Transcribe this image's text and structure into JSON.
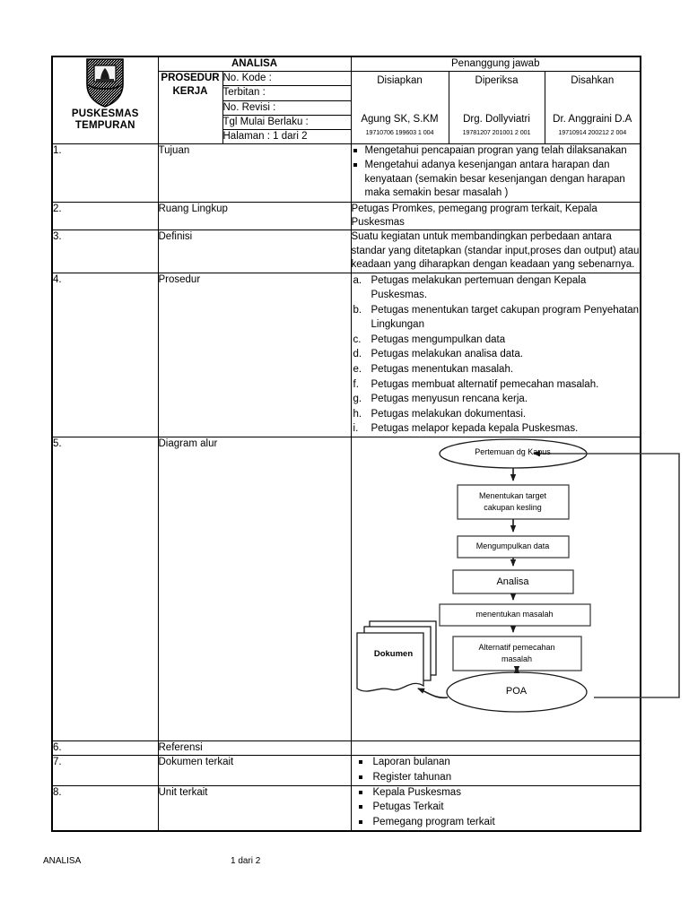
{
  "document": {
    "title": "ANALISA",
    "org_name_line1": "PUSKESMAS",
    "org_name_line2": "TEMPURAN",
    "logo_icon": "shield-emblem-icon",
    "doc_type_line1": "PROSEDUR",
    "doc_type_line2": "KERJA",
    "responsible_header": "Penanggung jawab"
  },
  "header_fields": [
    {
      "label": "No. Kode :",
      "value": ""
    },
    {
      "label": "Terbitan :",
      "value": ""
    },
    {
      "label": "No. Revisi :",
      "value": ""
    },
    {
      "label": "Tgl Mulai Berlaku :",
      "value": ""
    },
    {
      "label": "Halaman : 1 dari  2",
      "value": ""
    }
  ],
  "signatories": [
    {
      "role": "Disiapkan",
      "name": "Agung SK, S.KM",
      "nip": "19710706 199603 1 004"
    },
    {
      "role": "Diperiksa",
      "name": "Drg. Dollyviatri",
      "nip": "19781207 201001 2 001"
    },
    {
      "role": "Disahkan",
      "name": "Dr. Anggraini D.A",
      "nip": "19710914 200212 2 004"
    }
  ],
  "sections": {
    "tujuan": {
      "number": "1.",
      "label": "Tujuan",
      "items": [
        "Mengetahui pencapaian progran yang telah dilaksanakan",
        "Mengetahui adanya kesenjangan antara harapan dan kenyataan (semakin besar kesenjangan dengan harapan maka semakin besar masalah )"
      ]
    },
    "ruang_lingkup": {
      "number": "2.",
      "label": "Ruang Lingkup",
      "text": "Petugas Promkes, pemegang program terkait, Kepala Puskesmas"
    },
    "definisi": {
      "number": "3.",
      "label": "Definisi",
      "text": "Suatu kegiatan untuk membandingkan perbedaan antara standar yang ditetapkan (standar input,proses dan output) atau keadaan yang diharapkan dengan keadaan yang sebenarnya."
    },
    "prosedur": {
      "number": "4.",
      "label": "Prosedur",
      "steps": [
        "Petugas melakukan pertemuan dengan Kepala Puskesmas.",
        "Petugas menentukan target cakupan program Penyehatan Lingkungan",
        "Petugas mengumpulkan data",
        "Petugas melakukan analisa data.",
        "Petugas menentukan masalah.",
        "Petugas membuat alternatif pemecahan masalah.",
        "Petugas menyusun rencana kerja.",
        "Petugas melakukan dokumentasi.",
        "Petugas melapor kepada kepala Puskesmas."
      ]
    },
    "diagram_alur": {
      "number": "5.",
      "label": "Diagram alur"
    },
    "referensi": {
      "number": "6.",
      "label": "Referensi",
      "text": ""
    },
    "dokumen_terkait": {
      "number": "7.",
      "label": "Dokumen terkait",
      "items": [
        "Laporan bulanan",
        "Register tahunan"
      ]
    },
    "unit_terkait": {
      "number": "8.",
      "label": "Unit terkait",
      "items": [
        "Kepala Puskesmas",
        "Petugas Terkait",
        "Pemegang program terkait"
      ]
    }
  },
  "flowchart": {
    "type": "flowchart",
    "nodes": [
      {
        "id": "n1",
        "shape": "ellipse",
        "label": "Pertemuan dg Kapus"
      },
      {
        "id": "n2",
        "shape": "rect",
        "label": "Menentukan target\ncakupan kesling",
        "line1": "Menentukan target",
        "line2": "cakupan kesling"
      },
      {
        "id": "n3",
        "shape": "rect",
        "label": "Mengumpulkan data"
      },
      {
        "id": "n4",
        "shape": "rect",
        "label": "Analisa"
      },
      {
        "id": "n5",
        "shape": "rect",
        "label": "menentukan masalah"
      },
      {
        "id": "n6",
        "shape": "rect",
        "label": "Alternatif pemecahan\nmasalah",
        "line1": "Alternatif pemecahan",
        "line2": "masalah"
      },
      {
        "id": "n7",
        "shape": "ellipse",
        "label": "POA"
      },
      {
        "id": "n8",
        "shape": "multi-document",
        "label": "Dokumen"
      }
    ],
    "edges": [
      {
        "from": "n1",
        "to": "n2"
      },
      {
        "from": "n2",
        "to": "n3"
      },
      {
        "from": "n3",
        "to": "n4"
      },
      {
        "from": "n4",
        "to": "n5"
      },
      {
        "from": "n5",
        "to": "n6"
      },
      {
        "from": "n6",
        "to": "n7"
      },
      {
        "from": "n7",
        "to": "n8"
      },
      {
        "from": "n7",
        "to": "n1",
        "style": "feedback-loop-right"
      }
    ]
  },
  "footer": {
    "document_name": "ANALISA",
    "page_label": "1 dari 2"
  },
  "colors": {
    "border": "#000000",
    "text": "#000000",
    "background": "#ffffff",
    "flow_stroke": "#404040"
  }
}
